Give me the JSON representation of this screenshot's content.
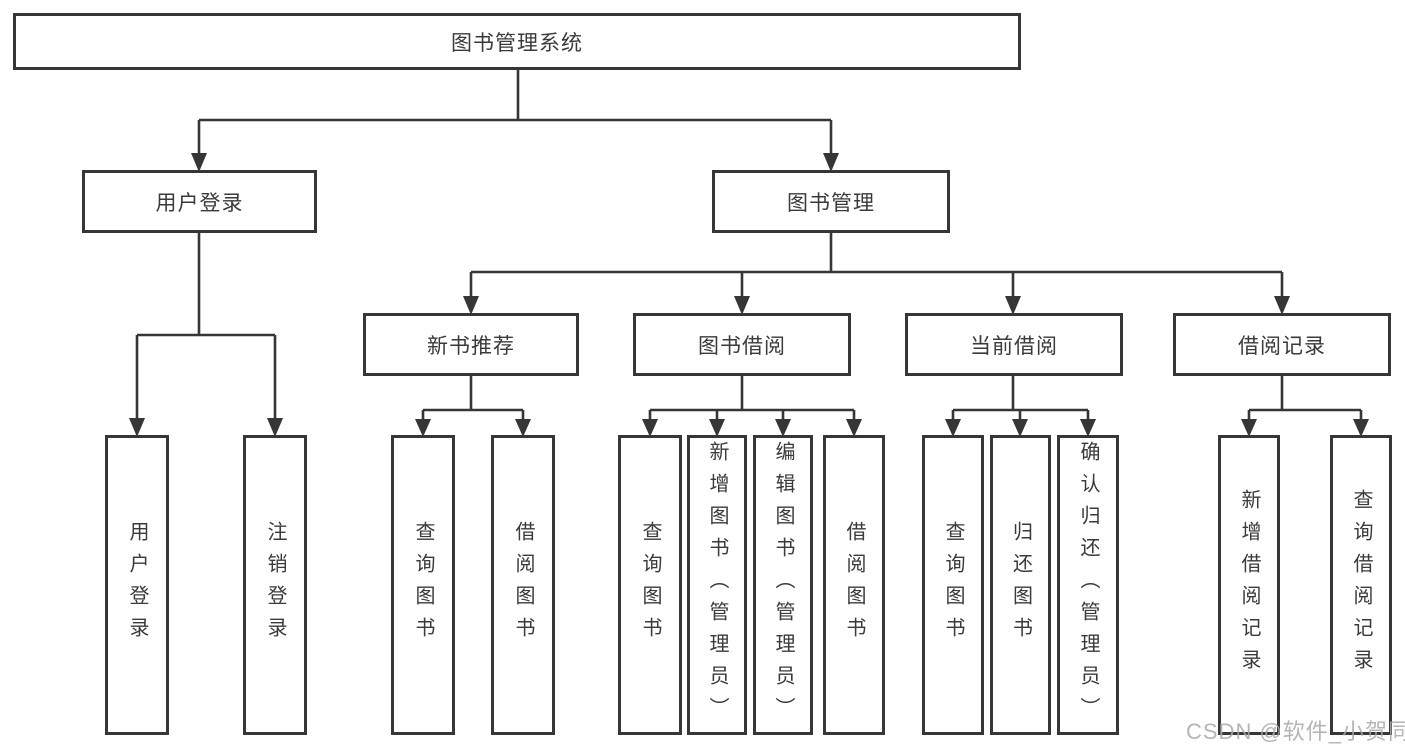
{
  "title": "图书管理系统",
  "watermark": "CSDN @软件_小贺同学",
  "palette": {
    "line": "#363636",
    "box_border": "#363636",
    "text": "#3a3a3a",
    "background": "#ffffff",
    "watermark": "#a8a8a8"
  },
  "nodes": {
    "root": {
      "label": "图书管理系统"
    },
    "user_login": {
      "label": "用户登录"
    },
    "book_mgmt": {
      "label": "图书管理"
    },
    "new_book_recommend": {
      "label": "新书推荐"
    },
    "book_borrow": {
      "label": "图书借阅"
    },
    "current_borrow": {
      "label": "当前借阅"
    },
    "borrow_record": {
      "label": "借阅记录"
    },
    "leaf_user_login": {
      "label": "用户登录"
    },
    "leaf_logout_login": {
      "label": "注销登录"
    },
    "leaf_query_book_a": {
      "label": "查询图书"
    },
    "leaf_borrow_book_a": {
      "label": "借阅图书"
    },
    "leaf_query_book_b": {
      "label": "查询图书"
    },
    "leaf_add_book": {
      "label": "新增图书（管理员）"
    },
    "leaf_edit_book": {
      "label": "编辑图书（管理员）"
    },
    "leaf_borrow_book_b": {
      "label": "借阅图书"
    },
    "leaf_query_book_c": {
      "label": "查询图书"
    },
    "leaf_return_book": {
      "label": "归还图书"
    },
    "leaf_confirm_return": {
      "label": "确认归还（管理员）"
    },
    "leaf_add_borrow_record": {
      "label": "新增借阅记录"
    },
    "leaf_query_borrow_record": {
      "label": "查询借阅记录"
    }
  }
}
